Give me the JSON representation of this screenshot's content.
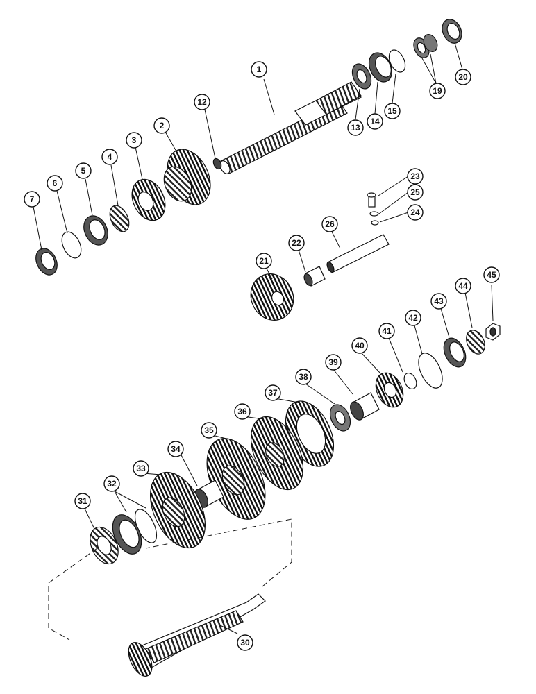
{
  "diagram": {
    "callouts": [
      {
        "id": "c1",
        "label": "1"
      },
      {
        "id": "c2",
        "label": "2"
      },
      {
        "id": "c3",
        "label": "3"
      },
      {
        "id": "c4",
        "label": "4"
      },
      {
        "id": "c5",
        "label": "5"
      },
      {
        "id": "c6",
        "label": "6"
      },
      {
        "id": "c7",
        "label": "7"
      },
      {
        "id": "c12",
        "label": "12"
      },
      {
        "id": "c13",
        "label": "13"
      },
      {
        "id": "c14",
        "label": "14"
      },
      {
        "id": "c15",
        "label": "15"
      },
      {
        "id": "c19",
        "label": "19"
      },
      {
        "id": "c20",
        "label": "20"
      },
      {
        "id": "c21",
        "label": "21"
      },
      {
        "id": "c22",
        "label": "22"
      },
      {
        "id": "c23",
        "label": "23"
      },
      {
        "id": "c24",
        "label": "24"
      },
      {
        "id": "c25",
        "label": "25"
      },
      {
        "id": "c26",
        "label": "26"
      },
      {
        "id": "c30",
        "label": "30"
      },
      {
        "id": "c31",
        "label": "31"
      },
      {
        "id": "c32",
        "label": "32"
      },
      {
        "id": "c33",
        "label": "33"
      },
      {
        "id": "c34",
        "label": "34"
      },
      {
        "id": "c35",
        "label": "35"
      },
      {
        "id": "c36",
        "label": "36"
      },
      {
        "id": "c37",
        "label": "37"
      },
      {
        "id": "c38",
        "label": "38"
      },
      {
        "id": "c39",
        "label": "39"
      },
      {
        "id": "c40",
        "label": "40"
      },
      {
        "id": "c41",
        "label": "41"
      },
      {
        "id": "c42",
        "label": "42"
      },
      {
        "id": "c43",
        "label": "43"
      },
      {
        "id": "c44",
        "label": "44"
      },
      {
        "id": "c45",
        "label": "45"
      }
    ]
  }
}
